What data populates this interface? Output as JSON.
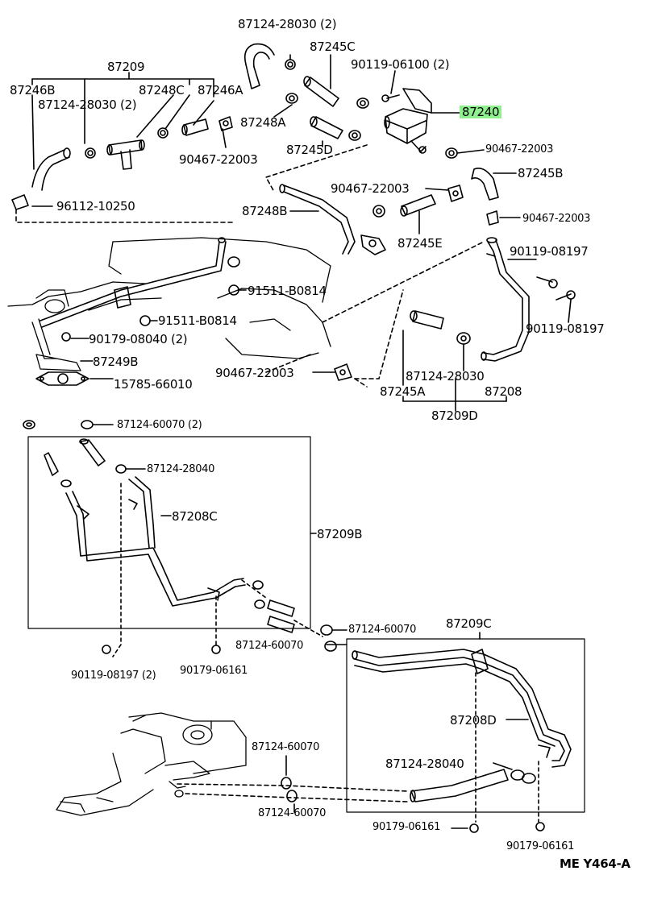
{
  "colors": {
    "line": "#000000",
    "highlight": "#8ef08e",
    "background": "#ffffff"
  },
  "labels": {
    "p87124_28030_2_top": "87124-28030 (2)",
    "p87245C": "87245C",
    "p90119_06100_2": "90119-06100 (2)",
    "p87209": "87209",
    "p87246B": "87246B",
    "p87248C": "87248C",
    "p87246A": "87246A",
    "p87124_28030_2_left": "87124-28030 (2)",
    "p87248A": "87248A",
    "p87240": "87240",
    "p87245D": "87245D",
    "p90467_22003_a": "90467-22003",
    "p90467_22003_b": "90467-22003",
    "p87245B": "87245B",
    "p96112_10250": "96112-10250",
    "p90467_22003_c": "90467-22003",
    "p87248B": "87248B",
    "p90467_22003_d": "90467-22003",
    "p87245E": "87245E",
    "p90119_08197_a": "90119-08197",
    "p91511_B0814_a": "91511-B0814",
    "p91511_B0814_b": "91511-B0814",
    "p90179_08040_2": "90179-08040 (2)",
    "p90119_08197_b": "90119-08197",
    "p87249B": "87249B",
    "p15785_66010": "15785-66010",
    "p90467_22003_e": "90467-22003",
    "p87124_28030_r": "87124-28030",
    "p87245A": "87245A",
    "p87208": "87208",
    "p87209D": "87209D",
    "p87124_60070_2": "87124-60070 (2)",
    "p87124_28040_a": "87124-28040",
    "p87208C": "87208C",
    "p87209B": "87209B",
    "p87209C": "87209C",
    "p87124_60070_a": "87124-60070",
    "p87124_60070_b": "87124-60070",
    "p90119_08197_2": "90119-08197 (2)",
    "p90179_06161_a": "90179-06161",
    "p87208D": "87208D",
    "p87124_60070_c": "87124-60070",
    "p87124_28040_b": "87124-28040",
    "p87124_60070_d": "87124-60070",
    "p90179_06161_b": "90179-06161",
    "p90179_06161_c": "90179-06161",
    "diagram_code": "ME Y464-A"
  }
}
